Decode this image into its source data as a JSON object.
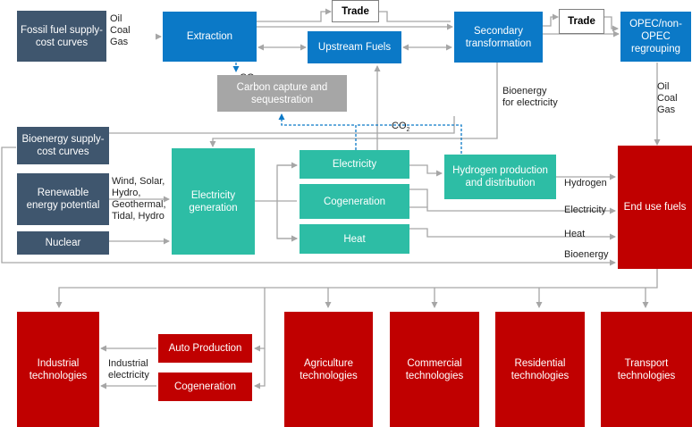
{
  "colors": {
    "slate": "#3f566e",
    "blue": "#0b79c7",
    "grey": "#a6a6a6",
    "teal": "#2dbda5",
    "red": "#c00000",
    "connector": "#a6a6a6",
    "co2_dashed": "#0b79c7"
  },
  "nodes": {
    "fossil_fuel": "Fossil fuel supply-\ncost curves",
    "extraction": "Extraction",
    "trade_1": "Trade",
    "upstream_fuels": "Upstream Fuels",
    "secondary_transformation": "Secondary\ntransformation",
    "trade_2": "Trade",
    "opec_regrouping": "OPEC/non-\nOPEC\nregrouping",
    "carbon_capture": "Carbon capture and\nsequestration",
    "bioenergy_supply": "Bioenergy supply-\ncost curves",
    "renewable_potential": "Renewable\nenergy potential",
    "nuclear": "Nuclear",
    "electricity_generation": "Electricity\ngeneration",
    "electricity": "Electricity",
    "cogeneration_mid": "Cogeneration",
    "heat": "Heat",
    "hydrogen_production": "Hydrogen production\nand distribution",
    "end_use_fuels": "End use fuels",
    "industrial_tech": "Industrial\ntechnologies",
    "auto_production": "Auto Production",
    "cogeneration_bottom": "Cogeneration",
    "agriculture_tech": "Agriculture\ntechnologies",
    "commercial_tech": "Commercial\ntechnologies",
    "residential_tech": "Residential\ntechnologies",
    "transport_tech": "Transport\ntechnologies"
  },
  "labels": {
    "oil_coal_gas_1": "Oil\nCoal\nGas",
    "oil_coal_gas_2": "Oil\nCoal\nGas",
    "co2_prefix": "CO",
    "co2_subscript": "2",
    "bioenergy_for_electricity": "Bioenergy\nfor electricity",
    "renewables_list": "Wind, Solar,\nHydro,\nGeothermal,\nTidal, Hydro",
    "hydrogen": "Hydrogen",
    "electricity": "Electricity",
    "heat": "Heat",
    "bioenergy": "Bioenergy",
    "industrial_electricity": "Industrial\nelectricity"
  }
}
